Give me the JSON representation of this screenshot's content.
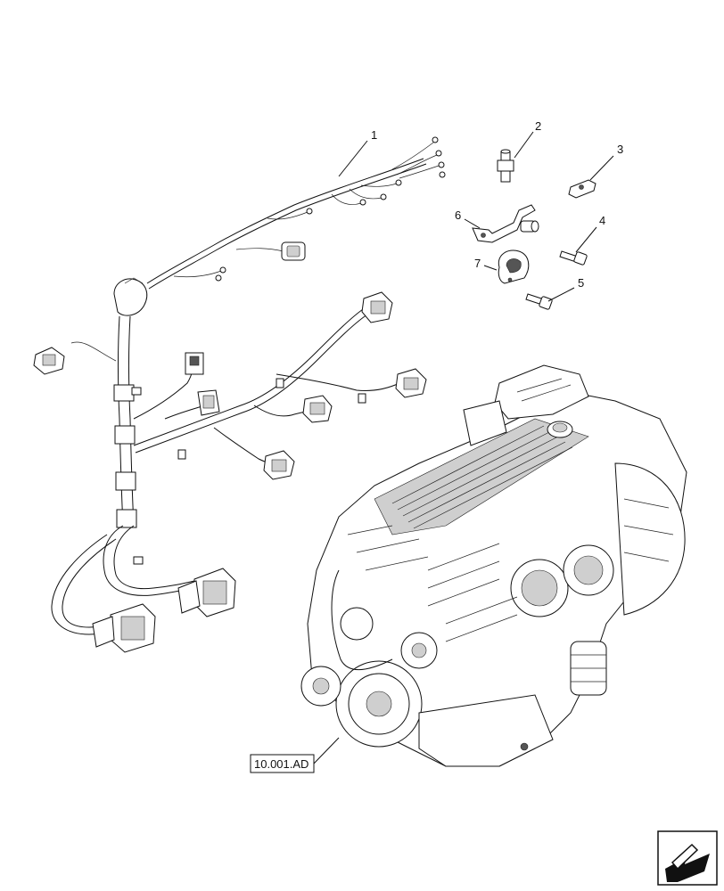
{
  "callouts": [
    {
      "id": "1",
      "label": "1"
    },
    {
      "id": "2",
      "label": "2"
    },
    {
      "id": "3",
      "label": "3"
    },
    {
      "id": "4",
      "label": "4"
    },
    {
      "id": "5",
      "label": "5"
    },
    {
      "id": "6",
      "label": "6"
    },
    {
      "id": "7",
      "label": "7"
    }
  ],
  "reference": {
    "label": "10.001.AD"
  },
  "icons": {
    "nav": "arrow-corner-icon"
  }
}
